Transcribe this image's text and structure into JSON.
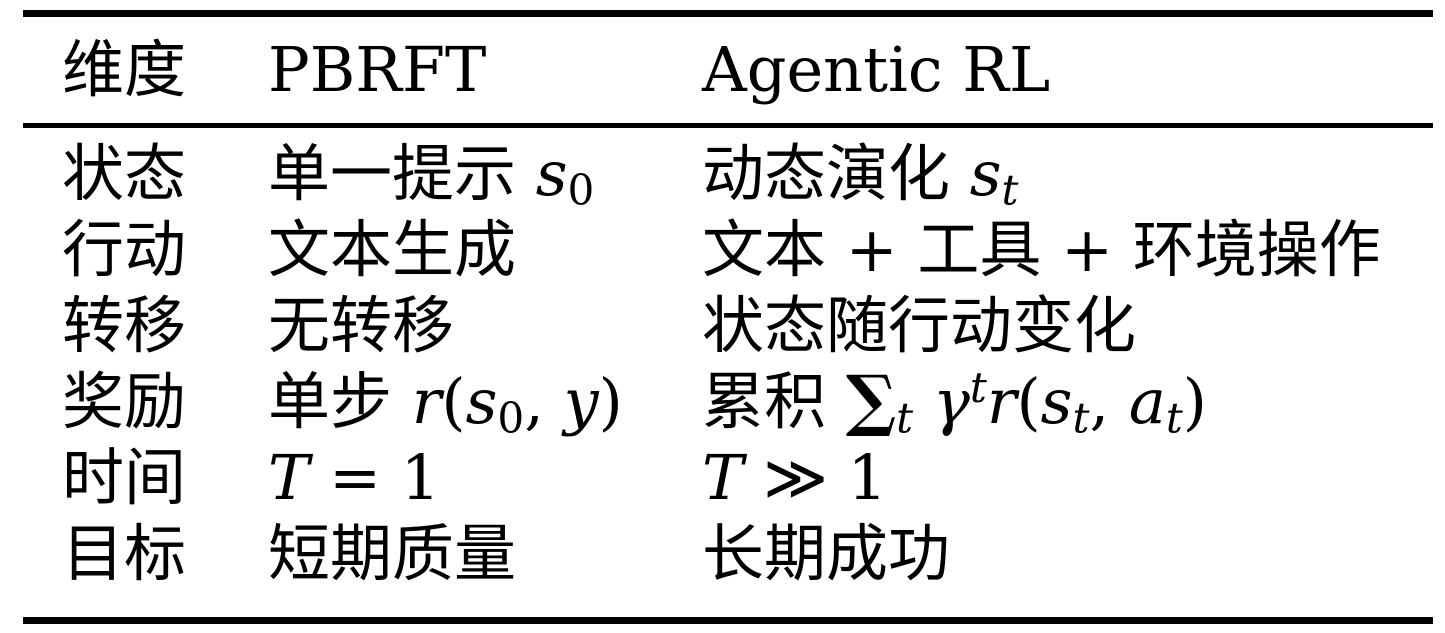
{
  "table": {
    "columns": [
      "维度",
      "PBRFT",
      "Agentic RL"
    ],
    "rows": [
      {
        "cells": [
          [
            {
              "text": "状态"
            }
          ],
          [
            {
              "text": "单一提示 "
            },
            {
              "text": "s",
              "style": "italic"
            },
            {
              "text": "0",
              "style": "sub"
            }
          ],
          [
            {
              "text": "动态演化 "
            },
            {
              "text": "s",
              "style": "italic"
            },
            {
              "text": "t",
              "style": "sub-italic"
            }
          ]
        ]
      },
      {
        "cells": [
          [
            {
              "text": "行动"
            }
          ],
          [
            {
              "text": "文本生成"
            }
          ],
          [
            {
              "text": "文本 + 工具 + 环境操作"
            }
          ]
        ]
      },
      {
        "cells": [
          [
            {
              "text": "转移"
            }
          ],
          [
            {
              "text": "无转移"
            }
          ],
          [
            {
              "text": "状态随行动变化"
            }
          ]
        ]
      },
      {
        "cells": [
          [
            {
              "text": "奖励"
            }
          ],
          [
            {
              "text": "单步 "
            },
            {
              "text": "r",
              "style": "italic"
            },
            {
              "text": "("
            },
            {
              "text": "s",
              "style": "italic"
            },
            {
              "text": "0",
              "style": "sub"
            },
            {
              "text": ", "
            },
            {
              "text": "y",
              "style": "italic"
            },
            {
              "text": ")"
            }
          ],
          [
            {
              "text": "累积 "
            },
            {
              "text": "∑",
              "style": "sum"
            },
            {
              "text": "t",
              "style": "sub-italic"
            },
            {
              "text": " "
            },
            {
              "text": "γ",
              "style": "italic"
            },
            {
              "text": "t",
              "style": "sup-italic"
            },
            {
              "text": "r",
              "style": "italic"
            },
            {
              "text": "("
            },
            {
              "text": "s",
              "style": "italic"
            },
            {
              "text": "t",
              "style": "sub-italic"
            },
            {
              "text": ", "
            },
            {
              "text": "a",
              "style": "italic"
            },
            {
              "text": "t",
              "style": "sub-italic"
            },
            {
              "text": ")"
            }
          ]
        ]
      },
      {
        "cells": [
          [
            {
              "text": "时间"
            }
          ],
          [
            {
              "text": "T",
              "style": "italic"
            },
            {
              "text": " = 1"
            }
          ],
          [
            {
              "text": "T",
              "style": "italic"
            },
            {
              "text": " ≫ 1"
            }
          ]
        ]
      },
      {
        "cells": [
          [
            {
              "text": "目标"
            }
          ],
          [
            {
              "text": "短期质量"
            }
          ],
          [
            {
              "text": "长期成功"
            }
          ]
        ]
      }
    ],
    "colors": {
      "text": "#000000",
      "background": "#ffffff",
      "rule": "#000000"
    }
  }
}
